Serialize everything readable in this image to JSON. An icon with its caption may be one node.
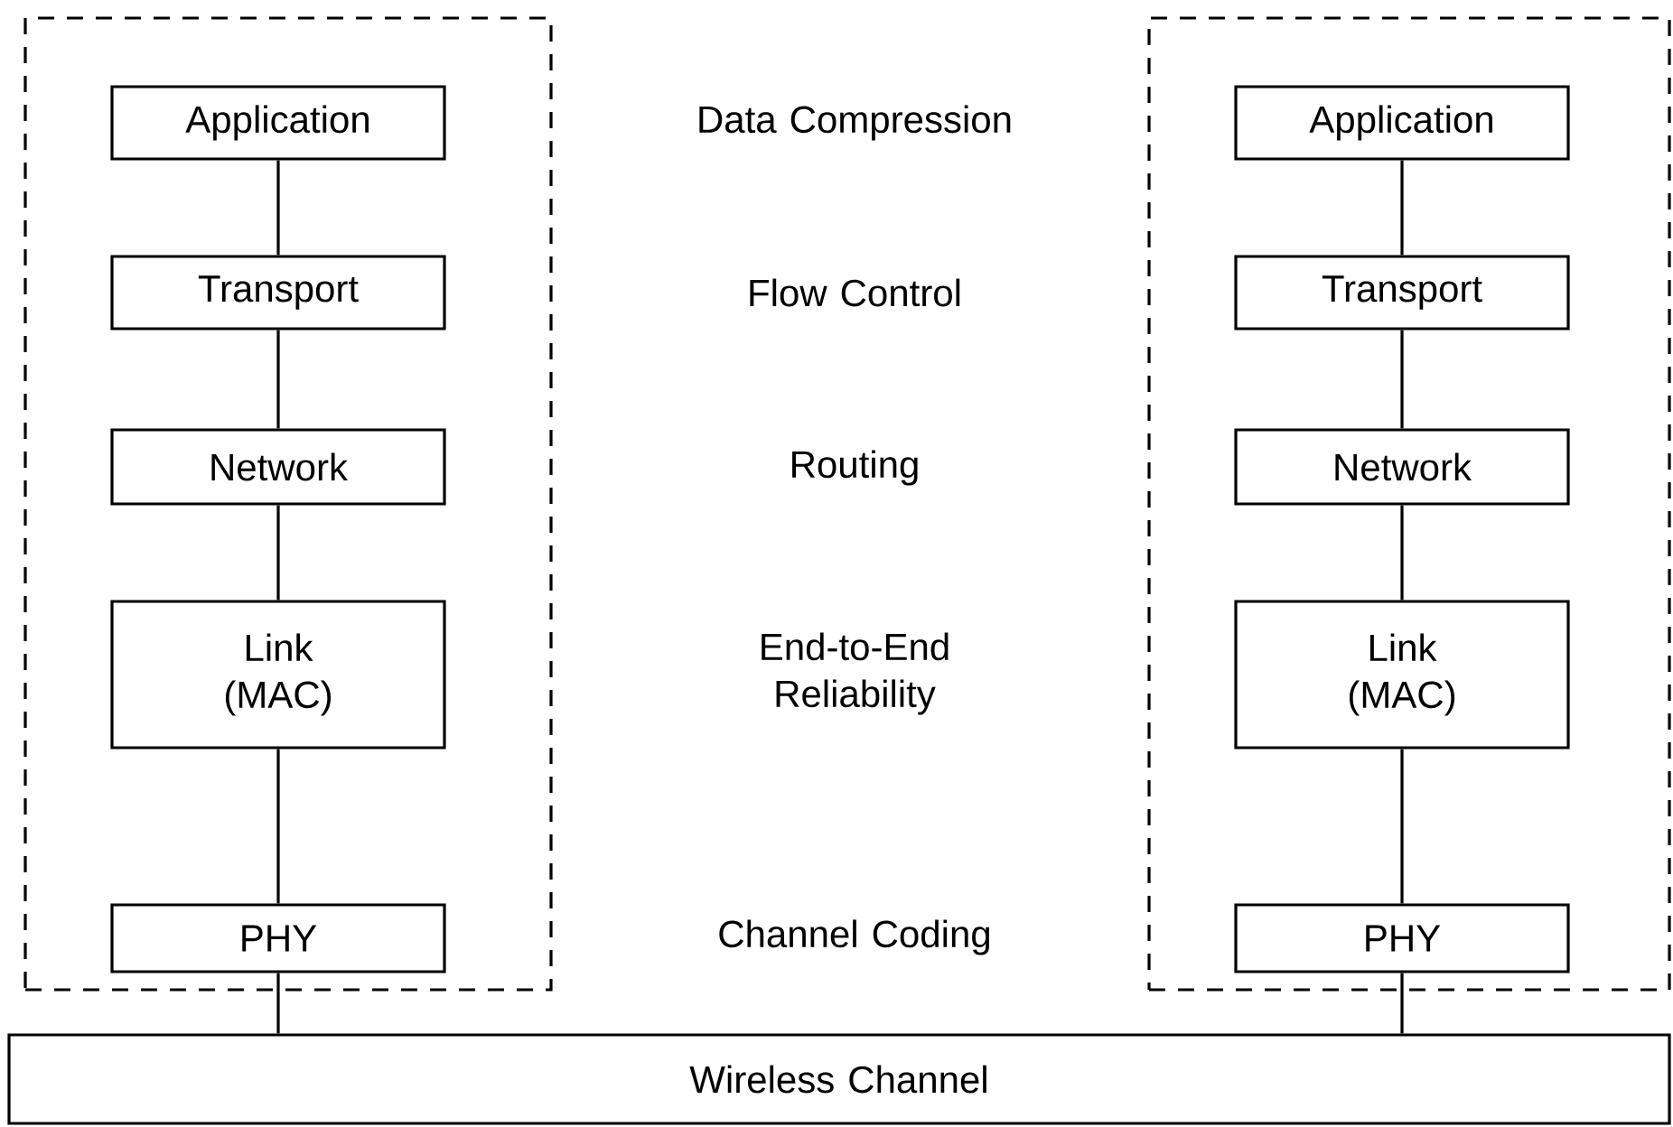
{
  "diagram": {
    "nodes": [
      {
        "text": [],
        "shape": "box"
      },
      {
        "text": [
          "Application"
        ],
        "in": 0
      },
      {
        "text": [
          "Transport"
        ],
        "in": 0
      },
      {
        "text": [
          "Network"
        ],
        "in": 0
      },
      {
        "text": [
          "Link (MAC)"
        ],
        "in": 0
      },
      {
        "text": [
          "PHY"
        ],
        "in": 0
      },
      {
        "text": [],
        "shape": "box"
      },
      {
        "text": [
          "Application"
        ],
        "in": 6
      },
      {
        "text": [
          "Transport"
        ],
        "in": 6
      },
      {
        "text": [
          "Network"
        ],
        "in": 6
      },
      {
        "text": [
          "Link (MAC)"
        ],
        "in": 6
      },
      {
        "text": [
          "PHY"
        ],
        "in": 6
      },
      {
        "text": [
          "Wireless Channel"
        ]
      }
    ],
    "edges": [
      {
        "from": 1,
        "to": 2,
        "arrow": "none"
      },
      {
        "from": 2,
        "to": 3,
        "arrow": "none"
      },
      {
        "from": 3,
        "to": 4,
        "arrow": "none"
      },
      {
        "from": 4,
        "to": 5,
        "arrow": "none"
      },
      {
        "from": 5,
        "to": 12,
        "arrow": "none"
      },
      {
        "from": 7,
        "to": 8,
        "arrow": "none"
      },
      {
        "from": 8,
        "to": 9,
        "arrow": "none"
      },
      {
        "from": 9,
        "to": 10,
        "arrow": "none"
      },
      {
        "from": 10,
        "to": 11,
        "arrow": "none"
      },
      {
        "from": 11,
        "to": 12,
        "arrow": "none"
      }
    ],
    "labels": [
      "Data Compression",
      "Flow Control",
      "Routing",
      "End-to-End Reliability",
      "Channel Coding"
    ]
  }
}
